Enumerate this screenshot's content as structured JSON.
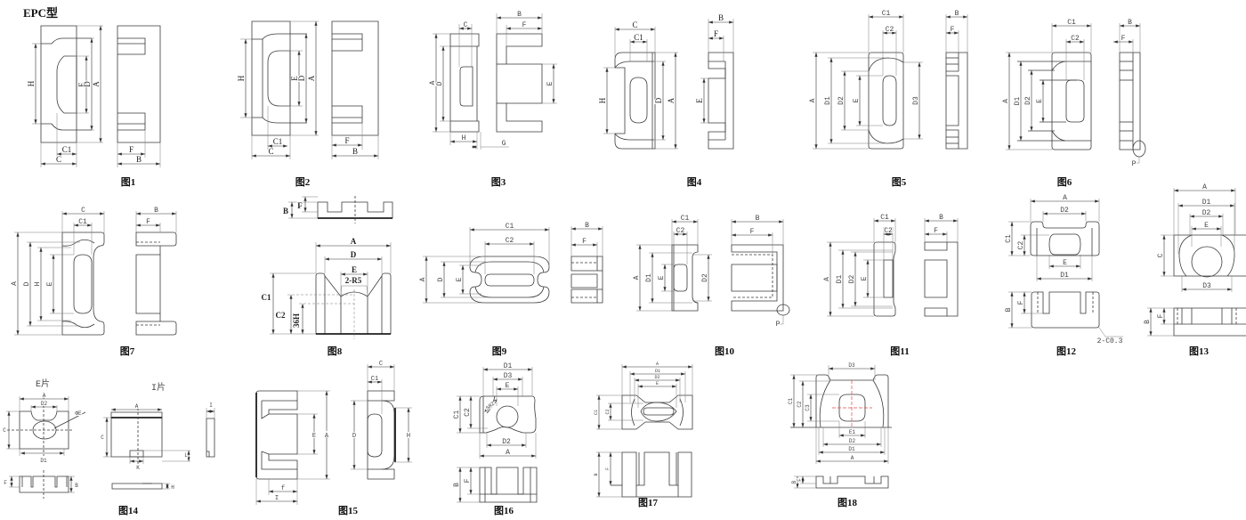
{
  "title": "EPC型",
  "colors": {
    "line": "#3a3a3a",
    "centerline": "#e04848",
    "background": "#ffffff"
  },
  "figures": [
    {
      "caption": "图1",
      "labels": [
        "H",
        "E",
        "D",
        "A",
        "C1",
        "C",
        "F",
        "B"
      ]
    },
    {
      "caption": "图2",
      "labels": [
        "H",
        "E",
        "D",
        "A",
        "C1",
        "C",
        "F",
        "B"
      ]
    },
    {
      "caption": "图3",
      "labels": [
        "C",
        "A",
        "D",
        "H",
        "G",
        "B",
        "F",
        "E"
      ]
    },
    {
      "caption": "图4",
      "labels": [
        "C",
        "C1",
        "H",
        "D",
        "A",
        "B",
        "F",
        "E"
      ]
    },
    {
      "caption": "图5",
      "labels": [
        "C1",
        "C2",
        "A",
        "D1",
        "D2",
        "E",
        "D3",
        "B",
        "F"
      ]
    },
    {
      "caption": "图6",
      "labels": [
        "C1",
        "C2",
        "A",
        "D1",
        "D2",
        "E",
        "B",
        "F",
        "P"
      ]
    },
    {
      "caption": "图7",
      "labels": [
        "C",
        "C1",
        "A",
        "D",
        "H",
        "E",
        "B",
        "F"
      ]
    },
    {
      "caption": "图8",
      "labels": [
        "B",
        "F",
        "A",
        "D",
        "E",
        "2-R5",
        "C1",
        "C2",
        "36H"
      ]
    },
    {
      "caption": "图9",
      "labels": [
        "C1",
        "C2",
        "A",
        "D",
        "E",
        "B",
        "F"
      ]
    },
    {
      "caption": "图10",
      "labels": [
        "C1",
        "C2",
        "A",
        "D1",
        "E",
        "D2",
        "B",
        "F",
        "P"
      ]
    },
    {
      "caption": "图11",
      "labels": [
        "C1",
        "C2",
        "A",
        "D1",
        "D2",
        "E",
        "B",
        "F"
      ]
    },
    {
      "caption": "图12",
      "labels": [
        "A",
        "D2",
        "C1",
        "C2",
        "E",
        "D1",
        "B",
        "F",
        "2-C0.3"
      ]
    },
    {
      "caption": "图13",
      "labels": [
        "A",
        "D1",
        "D2",
        "E",
        "C",
        "D3",
        "B",
        "F"
      ]
    },
    {
      "caption": "图14",
      "labels": [
        "E片",
        "I片",
        "A",
        "D2",
        "D1",
        "C",
        "ΦE",
        "F",
        "B",
        "A",
        "C",
        "K",
        "L",
        "I",
        "H"
      ]
    },
    {
      "caption": "图15",
      "labels": [
        "E",
        "A",
        "f",
        "I",
        "C",
        "C1",
        "D",
        "H"
      ]
    },
    {
      "caption": "图16",
      "labels": [
        "D1",
        "D3",
        "E",
        "SR2",
        "C1",
        "C2",
        "D2",
        "A",
        "B",
        "F"
      ]
    },
    {
      "caption": "图17",
      "labels": [
        "A",
        "D1",
        "D2",
        "E",
        "C1",
        "C2",
        "B",
        "F"
      ]
    },
    {
      "caption": "图18",
      "labels": [
        "D3",
        "C1",
        "C2",
        "C3",
        "E1",
        "D2",
        "D1",
        "A",
        "B",
        "F"
      ]
    }
  ]
}
